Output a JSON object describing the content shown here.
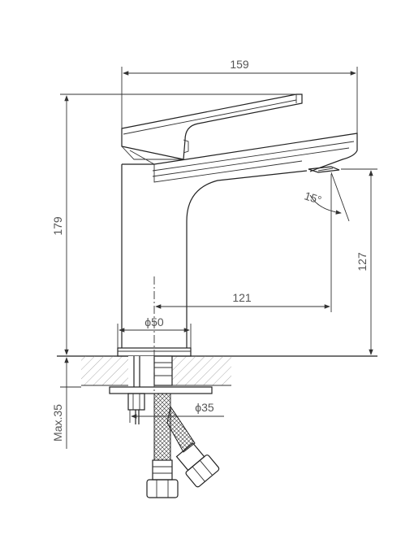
{
  "dimensions": {
    "total_width": "159",
    "total_height": "179",
    "spout_height": "127",
    "spout_reach": "121",
    "body_diameter": "ϕ50",
    "hole_diameter": "ϕ35",
    "max_counter_thickness": "Max.35",
    "spout_angle": "15°"
  },
  "colors": {
    "line": "#222222",
    "dimension_text": "#555555",
    "hatch": "#8a8a8a"
  }
}
